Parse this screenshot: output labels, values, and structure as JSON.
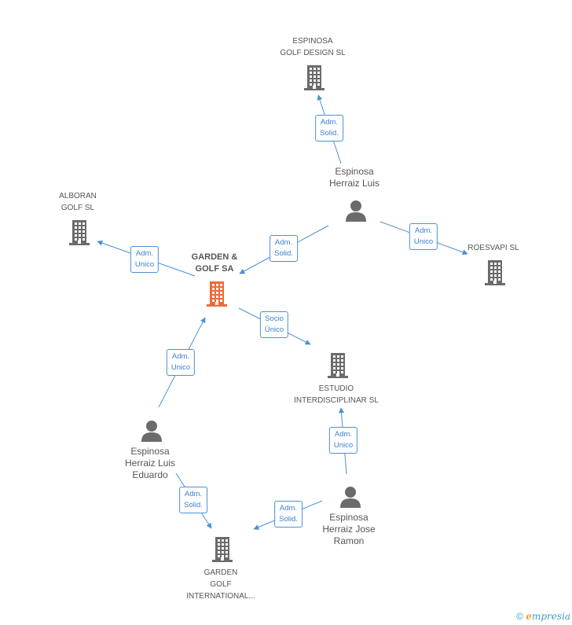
{
  "nodes": {
    "garden_golf_sa": {
      "lines": [
        "GARDEN &",
        "GOLF SA"
      ],
      "type": "company",
      "focus": true
    },
    "espinosa_golf_design": {
      "lines": [
        "ESPINOSA",
        "GOLF DESIGN SL"
      ],
      "type": "company"
    },
    "alboran_golf": {
      "lines": [
        "ALBORAN",
        "GOLF SL"
      ],
      "type": "company"
    },
    "roesvapi": {
      "lines": [
        "ROESVAPI SL"
      ],
      "type": "company"
    },
    "estudio_interdisciplinar": {
      "lines": [
        "ESTUDIO",
        "INTERDISCIPLINAR SL"
      ],
      "type": "company"
    },
    "garden_golf_international": {
      "lines": [
        "GARDEN",
        "GOLF",
        "INTERNATIONAL..."
      ],
      "type": "company"
    },
    "espinosa_herraiz_luis": {
      "lines": [
        "Espinosa",
        "Herraiz Luis"
      ],
      "type": "person"
    },
    "espinosa_herraiz_luis_eduardo": {
      "lines": [
        "Espinosa",
        "Herraiz Luis",
        "Eduardo"
      ],
      "type": "person"
    },
    "espinosa_herraiz_jose_ramon": {
      "lines": [
        "Espinosa",
        "Herraiz Jose",
        "Ramon"
      ],
      "type": "person"
    }
  },
  "edges": [
    {
      "id": "e1",
      "lines": [
        "Adm.",
        "Solid."
      ]
    },
    {
      "id": "e2",
      "lines": [
        "Adm.",
        "Unico"
      ]
    },
    {
      "id": "e3",
      "lines": [
        "Adm.",
        "Solid."
      ]
    },
    {
      "id": "e4",
      "lines": [
        "Adm.",
        "Unico"
      ]
    },
    {
      "id": "e5",
      "lines": [
        "Socio",
        "Único"
      ]
    },
    {
      "id": "e6",
      "lines": [
        "Adm.",
        "Unico"
      ]
    },
    {
      "id": "e7",
      "lines": [
        "Adm.",
        "Unico"
      ]
    },
    {
      "id": "e8",
      "lines": [
        "Adm.",
        "Solid."
      ]
    },
    {
      "id": "e9",
      "lines": [
        "Adm.",
        "Solid."
      ]
    }
  ],
  "colors": {
    "edge": "#4a90d9",
    "company_icon": "#6b6b6b",
    "focus_icon": "#f06a35",
    "person_icon": "#6b6b6b"
  },
  "footer": {
    "copyright": "©",
    "brand_e": "e",
    "brand_rest": "mpresia"
  }
}
